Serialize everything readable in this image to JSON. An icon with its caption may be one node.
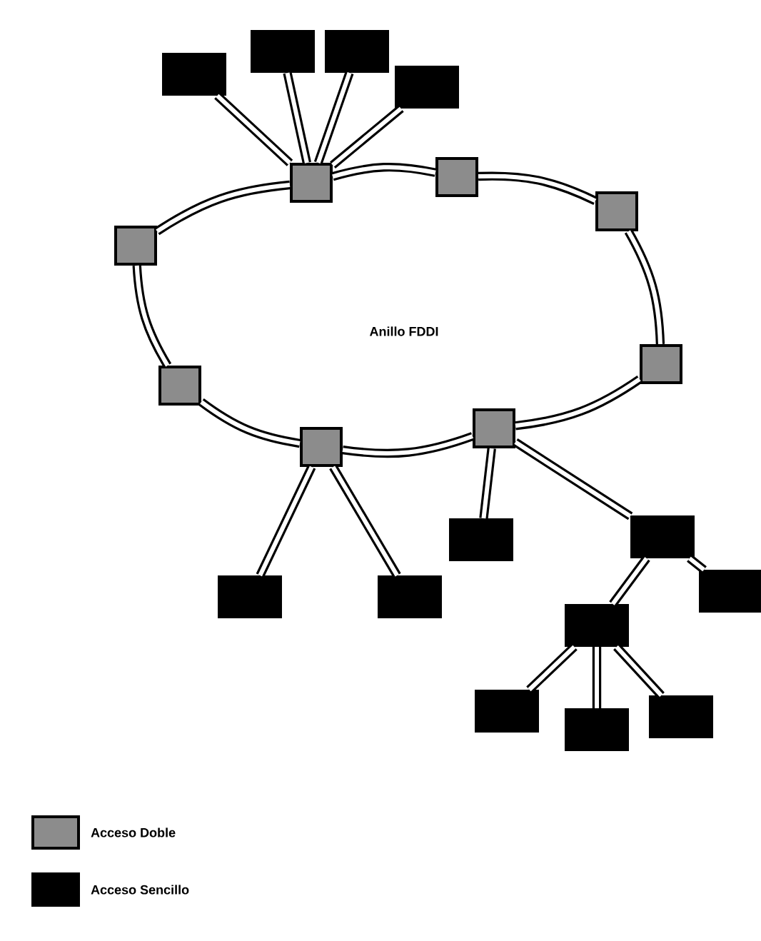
{
  "diagram": {
    "nodes": [
      {
        "text": [],
        "shape": "box"
      },
      {
        "text": [],
        "shape": "box"
      },
      {
        "text": [],
        "shape": "box"
      },
      {
        "text": [],
        "shape": "box"
      },
      {
        "text": [],
        "shape": "box"
      },
      {
        "text": [],
        "shape": "box"
      },
      {
        "text": [],
        "shape": "box"
      },
      {
        "text": [],
        "shape": "box"
      },
      {
        "text": [],
        "shape": "box"
      },
      {
        "text": [],
        "shape": "box"
      },
      {
        "text": [],
        "shape": "box"
      },
      {
        "text": [],
        "shape": "box"
      },
      {
        "text": [],
        "shape": "box"
      },
      {
        "text": [],
        "shape": "box"
      },
      {
        "text": [],
        "shape": "box"
      },
      {
        "text": [],
        "shape": "box"
      },
      {
        "text": [],
        "shape": "box"
      },
      {
        "text": [],
        "shape": "box"
      },
      {
        "text": [],
        "shape": "box"
      },
      {
        "text": [],
        "shape": "box"
      },
      {
        "text": [],
        "shape": "box"
      }
    ],
    "edges": [
      {
        "from": 5,
        "to": 2,
        "arrow": "none"
      },
      {
        "from": 5,
        "to": 0,
        "arrow": "none"
      },
      {
        "from": 5,
        "to": 1,
        "arrow": "none"
      },
      {
        "from": 5,
        "to": 3,
        "arrow": "none"
      },
      {
        "from": 5,
        "to": 4,
        "arrow": "none"
      },
      {
        "from": 4,
        "to": 6,
        "arrow": "none"
      },
      {
        "from": 6,
        "to": 8,
        "arrow": "none"
      },
      {
        "from": 8,
        "to": 10,
        "arrow": "none"
      },
      {
        "from": 10,
        "to": 11,
        "arrow": "none"
      },
      {
        "from": 11,
        "to": 9,
        "arrow": "none"
      },
      {
        "from": 9,
        "to": 7,
        "arrow": "none"
      },
      {
        "from": 7,
        "to": 5,
        "arrow": "none"
      },
      {
        "from": 11,
        "to": 15,
        "arrow": "none"
      },
      {
        "from": 11,
        "to": 16,
        "arrow": "none"
      },
      {
        "from": 10,
        "to": 13,
        "arrow": "none"
      },
      {
        "from": 10,
        "to": 12,
        "arrow": "none"
      },
      {
        "from": 12,
        "to": 17,
        "arrow": "none"
      },
      {
        "from": 12,
        "to": 14,
        "arrow": "none"
      },
      {
        "from": 17,
        "to": 18,
        "arrow": "none"
      },
      {
        "from": 17,
        "to": 20,
        "arrow": "none"
      },
      {
        "from": 17,
        "to": 19,
        "arrow": "none"
      }
    ],
    "labels": [
      "Anillo FDDI"
    ],
    "legend": [
      {
        "text": "Acceso Doble"
      },
      {
        "text": "Acceso Sencillo",
        "color": "#000000"
      }
    ]
  }
}
